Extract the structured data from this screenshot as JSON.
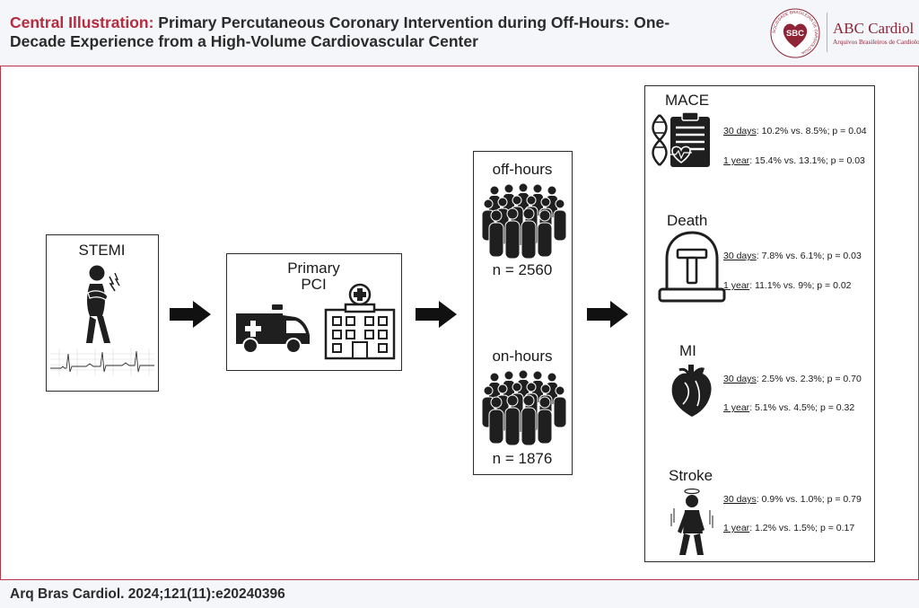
{
  "header": {
    "title_lead": "Central Illustration:",
    "title_rest": " Primary Percutaneous Coronary Intervention during Off-Hours: One-Decade Experience from a High-Volume Cardiovascular Center",
    "logo": {
      "seal_text": "SBC",
      "seal_ring_text": "SOCIEDADE BRASILEIRA DE CARDIOLOGIA",
      "name": "ABC Cardiol",
      "subtitle": "Arquivos Brasileiros de Cardiologia"
    }
  },
  "stemi": {
    "label": "STEMI"
  },
  "pci": {
    "label_line1": "Primary",
    "label_line2": "PCI"
  },
  "groups": [
    {
      "label": "off-hours",
      "n_label": "n = 2560"
    },
    {
      "label": "on-hours",
      "n_label": "n = 1876"
    }
  ],
  "outcomes": [
    {
      "name": "MACE",
      "rows": [
        {
          "period": "30 days",
          "text": ": 10.2% vs. 8.5%; p = 0.04"
        },
        {
          "period": "1 year",
          "text": ": 15.4% vs. 13.1%; p = 0.03"
        }
      ]
    },
    {
      "name": "Death",
      "rows": [
        {
          "period": "30 days",
          "text": ": 7.8% vs. 6.1%; p = 0.03"
        },
        {
          "period": "1 year",
          "text": ": 11.1% vs. 9%; p = 0.02"
        }
      ]
    },
    {
      "name": "MI",
      "rows": [
        {
          "period": "30 days",
          "text": ": 2.5% vs. 2.3%; p = 0.70"
        },
        {
          "period": "1 year",
          "text": ": 5.1% vs. 4.5%; p = 0.32"
        }
      ]
    },
    {
      "name": "Stroke",
      "rows": [
        {
          "period": "30 days",
          "text": ": 0.9% vs. 1.0%; p = 0.79"
        },
        {
          "period": "1 year",
          "text": ": 1.2% vs. 1.5%; p = 0.17"
        }
      ]
    }
  ],
  "footer": {
    "citation": "Arq Bras Cardiol. 2024;121(11):e20240396"
  },
  "colors": {
    "accent": "#b32d3e",
    "border": "#b23a48",
    "header_bg": "#f5f6fa",
    "ink": "#1a1a1a"
  },
  "icons": [
    "chest-pain-person-icon",
    "ecg-trace-icon",
    "ambulance-icon",
    "hospital-icon",
    "crowd-icon",
    "clipboard-dna-icon",
    "tombstone-icon",
    "heart-icon",
    "dizzy-person-icon",
    "right-arrow-icon"
  ]
}
